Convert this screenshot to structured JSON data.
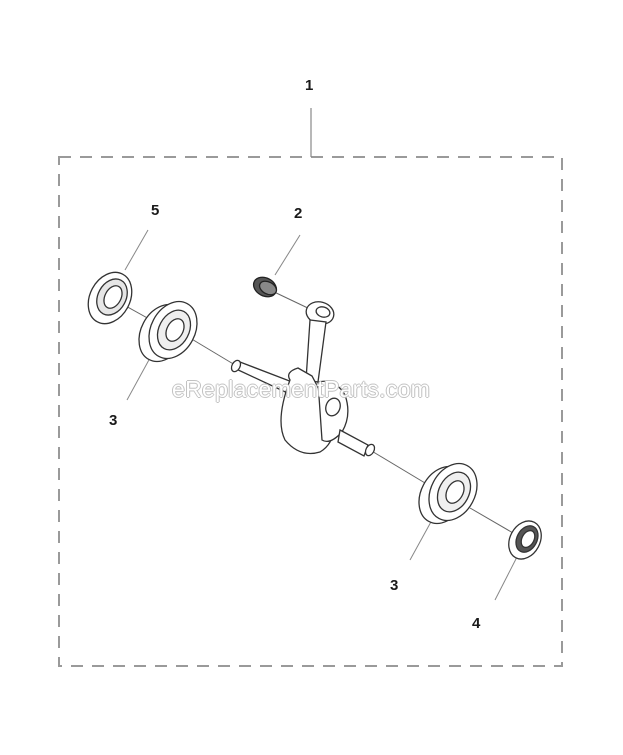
{
  "diagram": {
    "type": "exploded-parts-diagram",
    "assembly_callout": "1",
    "watermark": "eReplacementParts.com",
    "colors": {
      "line": "#555555",
      "dashed_border": "#9a9a9a",
      "label": "#1a1a1a",
      "background": "#ffffff"
    },
    "callouts": [
      {
        "id": "c1",
        "label": "1",
        "part": "crankshaft-assembly"
      },
      {
        "id": "c2",
        "label": "2",
        "part": "needle-bearing"
      },
      {
        "id": "c3a",
        "label": "3",
        "part": "ball-bearing-left"
      },
      {
        "id": "c3b",
        "label": "3",
        "part": "ball-bearing-right"
      },
      {
        "id": "c4",
        "label": "4",
        "part": "oil-seal-right"
      },
      {
        "id": "c5",
        "label": "5",
        "part": "oil-seal-left"
      }
    ]
  }
}
